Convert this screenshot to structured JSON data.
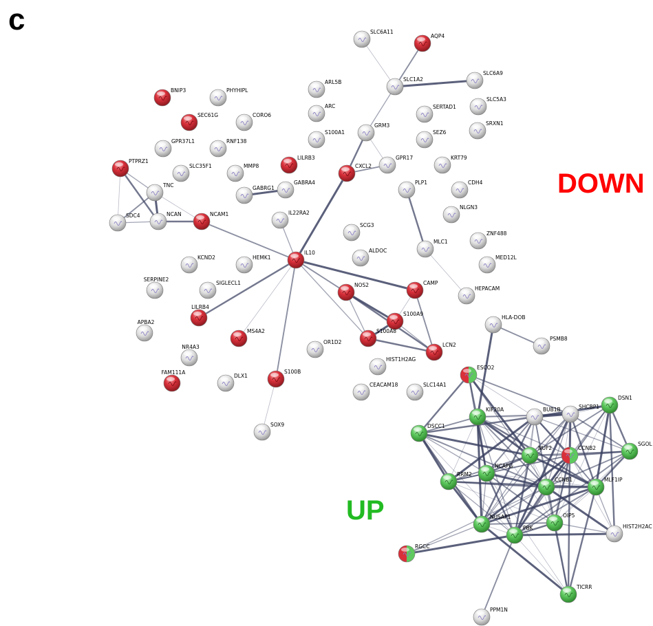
{
  "panel_letter": "c",
  "group_labels": {
    "down": "DOWN",
    "up": "UP"
  },
  "colors": {
    "down_node": "#d9303a",
    "up_node": "#5ec95e",
    "neutral_node": "#d8d8d8",
    "down_label": "#ff0000",
    "up_label": "#22bb22",
    "edge": "#3a4060"
  },
  "nodes": [
    {
      "id": "SLC6A11",
      "status": "neutral"
    },
    {
      "id": "AQP4",
      "status": "down"
    },
    {
      "id": "SLC1A2",
      "status": "neutral"
    },
    {
      "id": "SLC6A9",
      "status": "neutral"
    },
    {
      "id": "SLC5A3",
      "status": "neutral"
    },
    {
      "id": "SRXN1",
      "status": "neutral"
    },
    {
      "id": "SERTAD1",
      "status": "neutral"
    },
    {
      "id": "SEZ6",
      "status": "neutral"
    },
    {
      "id": "KRT79",
      "status": "neutral"
    },
    {
      "id": "GRM3",
      "status": "neutral"
    },
    {
      "id": "GPR17",
      "status": "neutral"
    },
    {
      "id": "CXCL2",
      "status": "down"
    },
    {
      "id": "ARL5B",
      "status": "neutral"
    },
    {
      "id": "ARC",
      "status": "neutral"
    },
    {
      "id": "S100A1",
      "status": "neutral"
    },
    {
      "id": "BNIP3",
      "status": "down"
    },
    {
      "id": "PHYHIPL",
      "status": "neutral"
    },
    {
      "id": "SEC61G",
      "status": "down"
    },
    {
      "id": "CORO6",
      "status": "neutral"
    },
    {
      "id": "GPR37L1",
      "status": "neutral"
    },
    {
      "id": "RNF138",
      "status": "neutral"
    },
    {
      "id": "PTPRZ1",
      "status": "down"
    },
    {
      "id": "SLC35F1",
      "status": "neutral"
    },
    {
      "id": "MMP8",
      "status": "neutral"
    },
    {
      "id": "LILRB3",
      "status": "down"
    },
    {
      "id": "TNC",
      "status": "neutral"
    },
    {
      "id": "GABRG1",
      "status": "neutral"
    },
    {
      "id": "GABRA4",
      "status": "neutral"
    },
    {
      "id": "SDC4",
      "status": "neutral"
    },
    {
      "id": "NCAN",
      "status": "neutral"
    },
    {
      "id": "NCAM1",
      "status": "down"
    },
    {
      "id": "IL22RA2",
      "status": "neutral"
    },
    {
      "id": "PLP1",
      "status": "neutral"
    },
    {
      "id": "CDH4",
      "status": "neutral"
    },
    {
      "id": "NLGN3",
      "status": "neutral"
    },
    {
      "id": "SCG3",
      "status": "neutral"
    },
    {
      "id": "ZNF488",
      "status": "neutral"
    },
    {
      "id": "MLC1",
      "status": "neutral"
    },
    {
      "id": "ALDOC",
      "status": "neutral"
    },
    {
      "id": "MED12L",
      "status": "neutral"
    },
    {
      "id": "KCND2",
      "status": "neutral"
    },
    {
      "id": "HEMK1",
      "status": "neutral"
    },
    {
      "id": "IL10",
      "status": "down"
    },
    {
      "id": "SERPINE2",
      "status": "neutral"
    },
    {
      "id": "SIGLECL1",
      "status": "neutral"
    },
    {
      "id": "NOS2",
      "status": "down"
    },
    {
      "id": "CAMP",
      "status": "down"
    },
    {
      "id": "HEPACAM",
      "status": "neutral"
    },
    {
      "id": "LILRB4",
      "status": "down"
    },
    {
      "id": "APBA2",
      "status": "neutral"
    },
    {
      "id": "MS4A2",
      "status": "down"
    },
    {
      "id": "S100A9",
      "status": "down"
    },
    {
      "id": "S100A8",
      "status": "down"
    },
    {
      "id": "HLA-DOB",
      "status": "neutral"
    },
    {
      "id": "OR1D2",
      "status": "neutral"
    },
    {
      "id": "LCN2",
      "status": "down"
    },
    {
      "id": "PSMB8",
      "status": "neutral"
    },
    {
      "id": "NR4A3",
      "status": "neutral"
    },
    {
      "id": "HIST1H2AG",
      "status": "neutral"
    },
    {
      "id": "ESCO2",
      "status": "mixed"
    },
    {
      "id": "FAM111A",
      "status": "down"
    },
    {
      "id": "DLX1",
      "status": "neutral"
    },
    {
      "id": "S100B",
      "status": "down"
    },
    {
      "id": "CEACAM18",
      "status": "neutral"
    },
    {
      "id": "SLC14A1",
      "status": "neutral"
    },
    {
      "id": "DSN1",
      "status": "up"
    },
    {
      "id": "KIF20A",
      "status": "up"
    },
    {
      "id": "BUB1B",
      "status": "neutral"
    },
    {
      "id": "SHCBP1",
      "status": "neutral"
    },
    {
      "id": "DSCC1",
      "status": "up"
    },
    {
      "id": "SOX9",
      "status": "neutral"
    },
    {
      "id": "SGOL",
      "status": "up"
    },
    {
      "id": "NUF2",
      "status": "up"
    },
    {
      "id": "CCNB2",
      "status": "mixed"
    },
    {
      "id": "NCAPG",
      "status": "up"
    },
    {
      "id": "RRM2",
      "status": "up"
    },
    {
      "id": "CCNB1",
      "status": "up"
    },
    {
      "id": "MLF1IP",
      "status": "up"
    },
    {
      "id": "NUSAP1",
      "status": "up"
    },
    {
      "id": "OIP5",
      "status": "up"
    },
    {
      "id": "PBK",
      "status": "up"
    },
    {
      "id": "HIST2H2AC",
      "status": "neutral"
    },
    {
      "id": "RGCC",
      "status": "mixed"
    },
    {
      "id": "TICRR",
      "status": "up"
    },
    {
      "id": "PPM1N",
      "status": "neutral"
    }
  ],
  "edges": [
    [
      "SLC6A11",
      "SLC1A2"
    ],
    [
      "AQP4",
      "SLC1A2"
    ],
    [
      "SLC1A2",
      "SLC6A9"
    ],
    [
      "SLC1A2",
      "GRM3"
    ],
    [
      "GRM3",
      "CXCL2"
    ],
    [
      "GRM3",
      "GPR17"
    ],
    [
      "CXCL2",
      "GPR17"
    ],
    [
      "CXCL2",
      "IL10"
    ],
    [
      "PTPRZ1",
      "TNC"
    ],
    [
      "PTPRZ1",
      "NCAN"
    ],
    [
      "PTPRZ1",
      "SDC4"
    ],
    [
      "TNC",
      "SDC4"
    ],
    [
      "TNC",
      "NCAN"
    ],
    [
      "SDC4",
      "NCAN"
    ],
    [
      "NCAN",
      "NCAM1"
    ],
    [
      "TNC",
      "NCAM1"
    ],
    [
      "NCAM1",
      "IL10"
    ],
    [
      "GABRG1",
      "GABRA4"
    ],
    [
      "IL22RA2",
      "IL10"
    ],
    [
      "PLP1",
      "MLC1"
    ],
    [
      "MLC1",
      "HEPACAM"
    ],
    [
      "IL10",
      "NOS2"
    ],
    [
      "IL10",
      "CAMP"
    ],
    [
      "IL10",
      "S100A8"
    ],
    [
      "IL10",
      "LILRB4"
    ],
    [
      "IL10",
      "MS4A2"
    ],
    [
      "IL10",
      "S100B"
    ],
    [
      "NOS2",
      "S100A9"
    ],
    [
      "NOS2",
      "S100A8"
    ],
    [
      "NOS2",
      "LCN2"
    ],
    [
      "CAMP",
      "S100A9"
    ],
    [
      "CAMP",
      "LCN2"
    ],
    [
      "S100A9",
      "S100A8"
    ],
    [
      "S100A9",
      "LCN2"
    ],
    [
      "S100A8",
      "LCN2"
    ],
    [
      "S100B",
      "SOX9"
    ],
    [
      "HLA-DOB",
      "PSMB8"
    ],
    [
      "HLA-DOB",
      "KIF20A"
    ],
    [
      "ESCO2",
      "KIF20A"
    ],
    [
      "ESCO2",
      "DSCC1"
    ],
    [
      "ESCO2",
      "BUB1B"
    ],
    [
      "ESCO2",
      "SHCBP1"
    ],
    [
      "ESCO2",
      "NUF2"
    ],
    [
      "ESCO2",
      "CCNB1"
    ],
    [
      "ESCO2",
      "NCAPG"
    ],
    [
      "KIF20A",
      "BUB1B"
    ],
    [
      "KIF20A",
      "DSCC1"
    ],
    [
      "KIF20A",
      "NUF2"
    ],
    [
      "KIF20A",
      "CCNB2"
    ],
    [
      "KIF20A",
      "NCAPG"
    ],
    [
      "KIF20A",
      "RRM2"
    ],
    [
      "KIF20A",
      "CCNB1"
    ],
    [
      "KIF20A",
      "NUSAP1"
    ],
    [
      "KIF20A",
      "PBK"
    ],
    [
      "KIF20A",
      "MLF1IP"
    ],
    [
      "KIF20A",
      "OIP5"
    ],
    [
      "KIF20A",
      "SHCBP1"
    ],
    [
      "BUB1B",
      "SHCBP1"
    ],
    [
      "BUB1B",
      "NUF2"
    ],
    [
      "BUB1B",
      "CCNB2"
    ],
    [
      "BUB1B",
      "CCNB1"
    ],
    [
      "BUB1B",
      "NCAPG"
    ],
    [
      "BUB1B",
      "RRM2"
    ],
    [
      "BUB1B",
      "MLF1IP"
    ],
    [
      "BUB1B",
      "NUSAP1"
    ],
    [
      "BUB1B",
      "PBK"
    ],
    [
      "BUB1B",
      "OIP5"
    ],
    [
      "BUB1B",
      "DSN1"
    ],
    [
      "BUB1B",
      "SGOL"
    ],
    [
      "BUB1B",
      "DSCC1"
    ],
    [
      "SHCBP1",
      "DSN1"
    ],
    [
      "SHCBP1",
      "NUF2"
    ],
    [
      "SHCBP1",
      "CCNB2"
    ],
    [
      "SHCBP1",
      "CCNB1"
    ],
    [
      "SHCBP1",
      "MLF1IP"
    ],
    [
      "SHCBP1",
      "OIP5"
    ],
    [
      "SHCBP1",
      "SGOL"
    ],
    [
      "SHCBP1",
      "PBK"
    ],
    [
      "SHCBP1",
      "NUSAP1"
    ],
    [
      "DSN1",
      "SGOL"
    ],
    [
      "DSN1",
      "CCNB2"
    ],
    [
      "DSN1",
      "NUF2"
    ],
    [
      "DSN1",
      "MLF1IP"
    ],
    [
      "DSN1",
      "CCNB1"
    ],
    [
      "DSN1",
      "HIST2H2AC"
    ],
    [
      "DSN1",
      "OIP5"
    ],
    [
      "DSN1",
      "PBK"
    ],
    [
      "DSCC1",
      "RRM2"
    ],
    [
      "DSCC1",
      "NCAPG"
    ],
    [
      "DSCC1",
      "NUSAP1"
    ],
    [
      "DSCC1",
      "PBK"
    ],
    [
      "DSCC1",
      "CCNB1"
    ],
    [
      "DSCC1",
      "NUF2"
    ],
    [
      "NUF2",
      "CCNB2"
    ],
    [
      "NUF2",
      "NCAPG"
    ],
    [
      "NUF2",
      "CCNB1"
    ],
    [
      "NUF2",
      "RRM2"
    ],
    [
      "NUF2",
      "MLF1IP"
    ],
    [
      "NUF2",
      "NUSAP1"
    ],
    [
      "NUF2",
      "PBK"
    ],
    [
      "NUF2",
      "OIP5"
    ],
    [
      "NUF2",
      "SGOL"
    ],
    [
      "CCNB2",
      "CCNB1"
    ],
    [
      "CCNB2",
      "MLF1IP"
    ],
    [
      "CCNB2",
      "SGOL"
    ],
    [
      "CCNB2",
      "NCAPG"
    ],
    [
      "CCNB2",
      "RRM2"
    ],
    [
      "CCNB2",
      "NUSAP1"
    ],
    [
      "CCNB2",
      "PBK"
    ],
    [
      "CCNB2",
      "OIP5"
    ],
    [
      "CCNB2",
      "HIST2H2AC"
    ],
    [
      "NCAPG",
      "RRM2"
    ],
    [
      "NCAPG",
      "CCNB1"
    ],
    [
      "NCAPG",
      "NUSAP1"
    ],
    [
      "NCAPG",
      "PBK"
    ],
    [
      "NCAPG",
      "MLF1IP"
    ],
    [
      "NCAPG",
      "OIP5"
    ],
    [
      "RRM2",
      "NUSAP1"
    ],
    [
      "RRM2",
      "PBK"
    ],
    [
      "RRM2",
      "CCNB1"
    ],
    [
      "RRM2",
      "OIP5"
    ],
    [
      "RRM2",
      "MLF1IP"
    ],
    [
      "CCNB1",
      "MLF1IP"
    ],
    [
      "CCNB1",
      "NUSAP1"
    ],
    [
      "CCNB1",
      "PBK"
    ],
    [
      "CCNB1",
      "OIP5"
    ],
    [
      "CCNB1",
      "SGOL"
    ],
    [
      "CCNB1",
      "HIST2H2AC"
    ],
    [
      "CCNB1",
      "TICRR"
    ],
    [
      "MLF1IP",
      "SGOL"
    ],
    [
      "MLF1IP",
      "OIP5"
    ],
    [
      "MLF1IP",
      "PBK"
    ],
    [
      "MLF1IP",
      "NUSAP1"
    ],
    [
      "MLF1IP",
      "HIST2H2AC"
    ],
    [
      "MLF1IP",
      "TICRR"
    ],
    [
      "NUSAP1",
      "PBK"
    ],
    [
      "NUSAP1",
      "OIP5"
    ],
    [
      "NUSAP1",
      "TICRR"
    ],
    [
      "NUSAP1",
      "RGCC"
    ],
    [
      "PBK",
      "OIP5"
    ],
    [
      "PBK",
      "TICRR"
    ],
    [
      "PBK",
      "PPM1N"
    ],
    [
      "PBK",
      "HIST2H2AC"
    ],
    [
      "OIP5",
      "HIST2H2AC"
    ],
    [
      "OIP5",
      "TICRR"
    ],
    [
      "SGOL",
      "OIP5"
    ],
    [
      "SGOL",
      "PBK"
    ],
    [
      "RGCC",
      "PBK"
    ],
    [
      "RGCC",
      "CCNB1"
    ],
    [
      "TICRR",
      "CCNB2"
    ],
    [
      "TICRR",
      "NCAPG"
    ]
  ]
}
